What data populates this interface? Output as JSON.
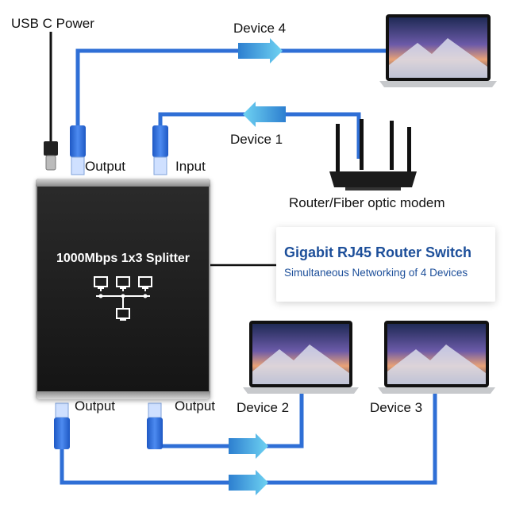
{
  "labels": {
    "usb_power": "USB C Power",
    "device4": "Device 4",
    "device1": "Device 1",
    "device2": "Device 2",
    "device3": "Device 3",
    "output_top": "Output",
    "input_top": "Input",
    "output_bottom_left": "Output",
    "output_bottom_right": "Output",
    "router": "Router/Fiber optic modem"
  },
  "splitter": {
    "title": "1000Mbps 1x3 Splitter"
  },
  "info_card": {
    "title": "Gigabit RJ45 Router Switch",
    "subtitle": "Simultaneous Networking of 4 Devices"
  },
  "colors": {
    "cable": "#2f6fd6",
    "arrow": "#46b4e6",
    "device_body": "#1a1a1a",
    "card_text": "#1d4f9a"
  },
  "icons": [
    "laptop-icon",
    "router-icon",
    "rj45-plug-icon",
    "usb-c-plug-icon",
    "network-topology-icon"
  ]
}
